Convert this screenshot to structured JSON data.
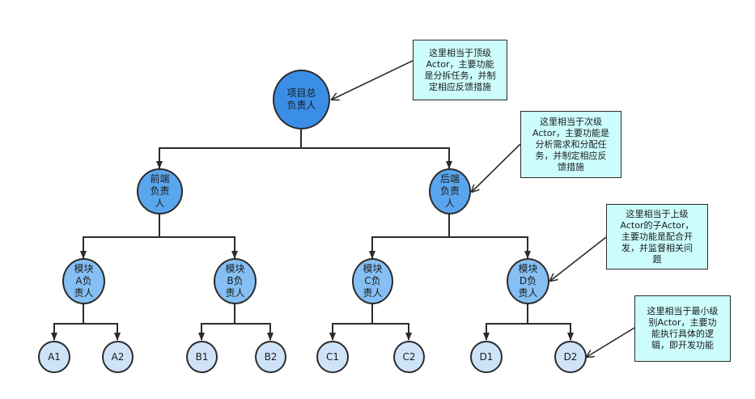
{
  "nodes": {
    "root": "项目总\n负责人",
    "frontend": "前端\n负责\n人",
    "backend": "后端\n负责\n人",
    "modA": "模块\nA负\n责人",
    "modB": "模块\nB负\n责人",
    "modC": "模块\nC负\n责人",
    "modD": "模块\nD负\n责人",
    "a1": "A1",
    "a2": "A2",
    "b1": "B1",
    "b2": "B2",
    "c1": "C1",
    "c2": "C2",
    "d1": "D1",
    "d2": "D2"
  },
  "notes": {
    "top": "这里相当于顶级\nActor，主要功能\n是分拆任务，并制\n定相应反馈措施",
    "second": "这里相当于次级\nActor，主要功能是\n分析需求和分配任\n务，并制定相应反\n馈措施",
    "upper": "这里相当于上级\nActor的子Actor，\n主要功能是配合开\n发，并监督相关问\n题",
    "lowest": "这里相当于最小级\n别Actor，主要功\n能执行具体的逻\n辑，即开发功能"
  },
  "colors": {
    "root": "#3b8ee6",
    "level1": "#5aa6ee",
    "level2": "#85bff3",
    "leaf": "#cfe3f8",
    "note": "#ccfcfc",
    "line": "#2b2b2b"
  }
}
